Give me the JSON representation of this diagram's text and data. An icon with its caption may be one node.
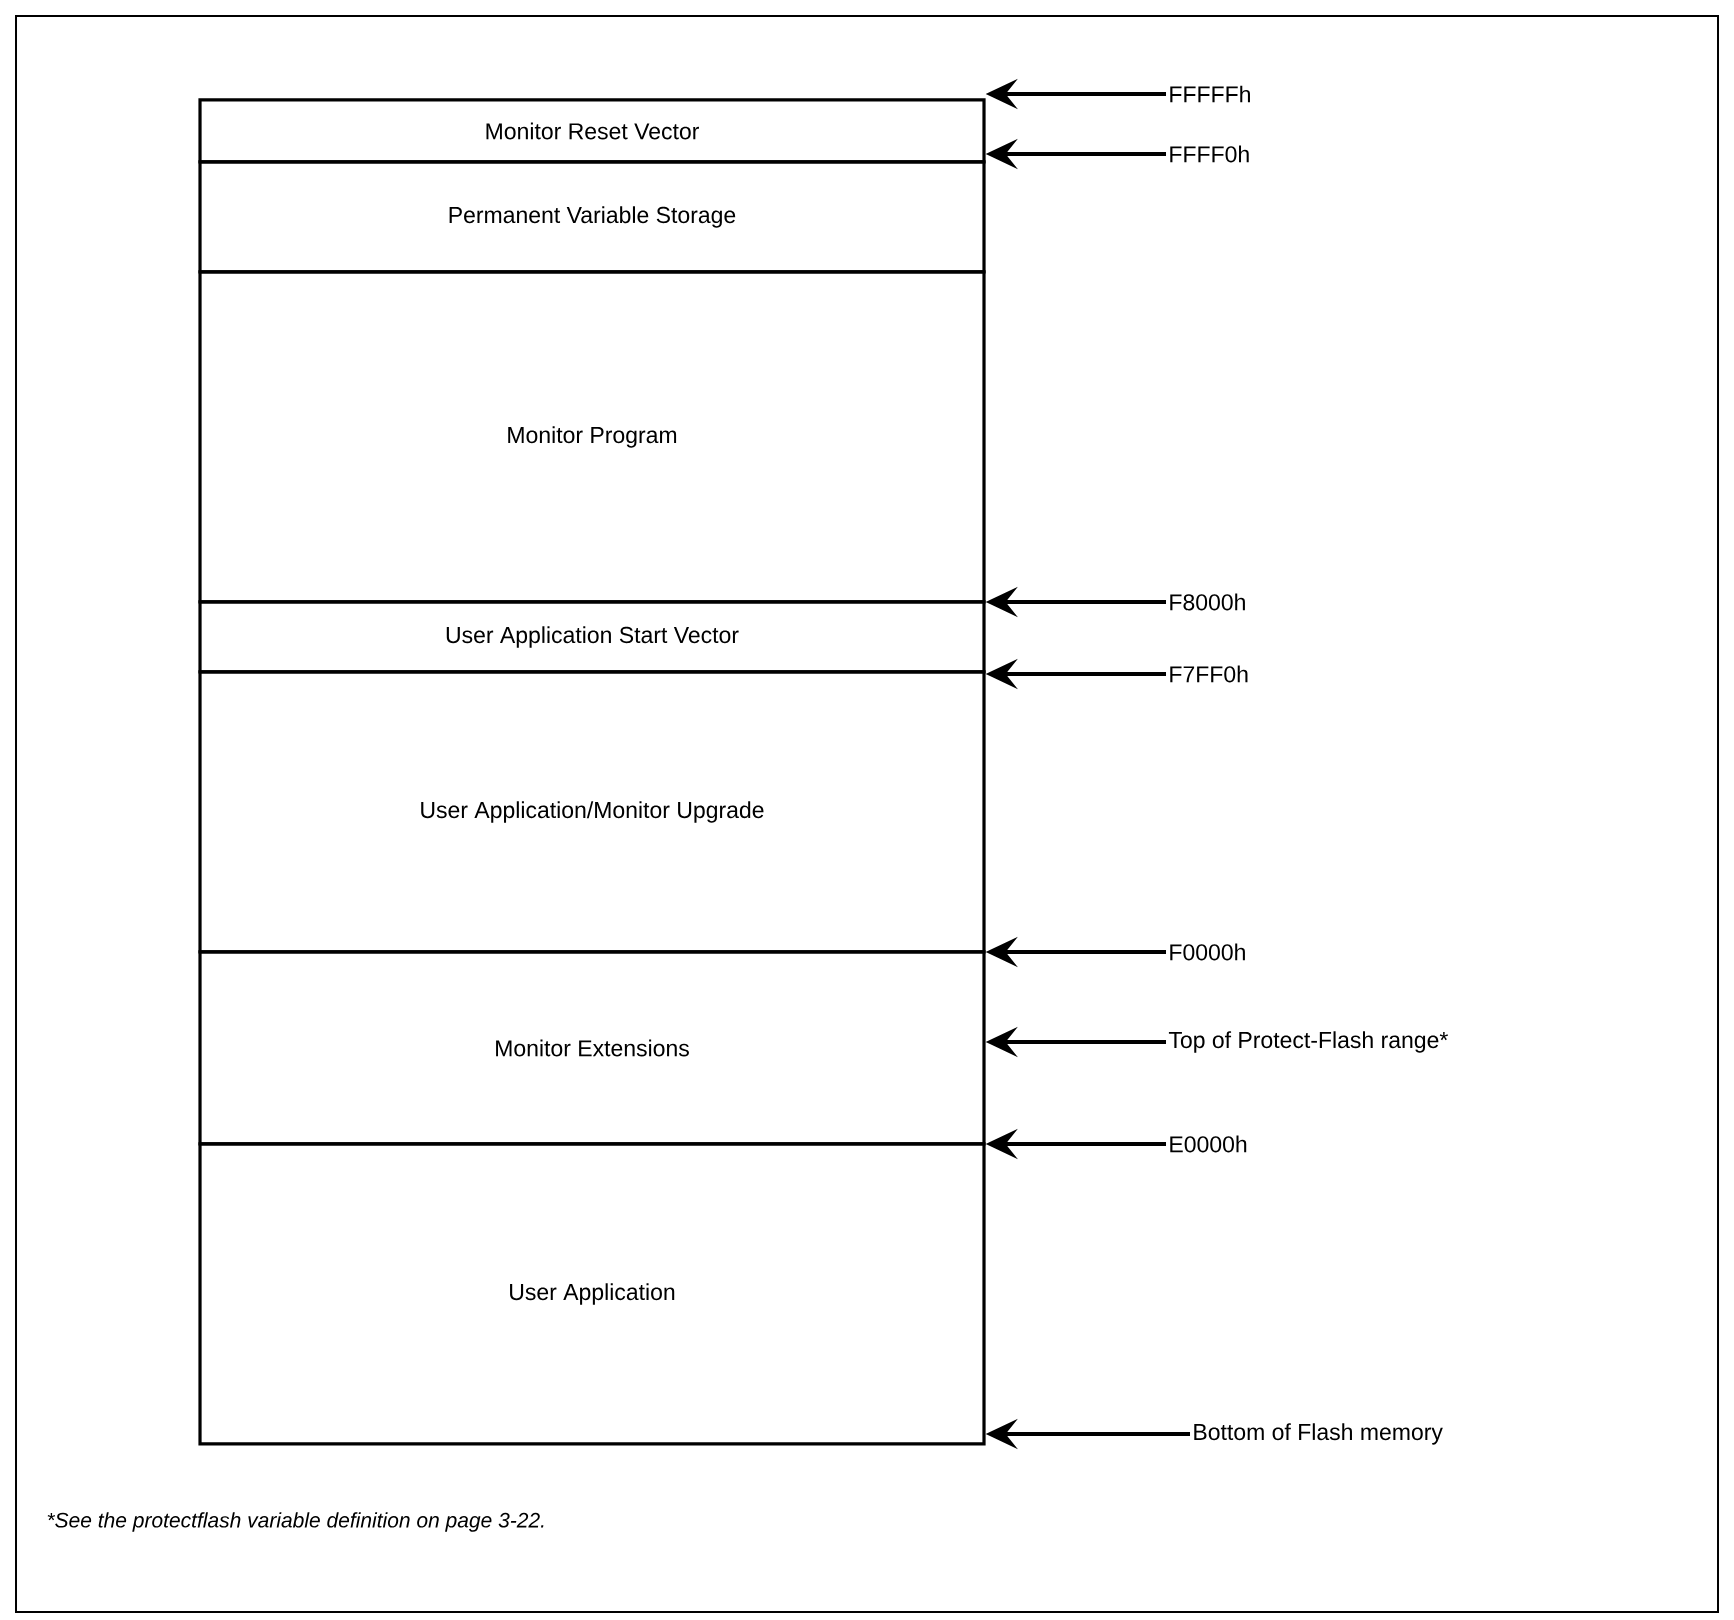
{
  "diagram": {
    "nodes": [
      {
        "text": [
          "Monitor Reset Vector"
        ]
      },
      {
        "text": [
          "Permanent Variable Storage"
        ]
      },
      {
        "text": [
          "Monitor Program"
        ]
      },
      {
        "text": [
          "User Application Start Vector"
        ]
      },
      {
        "text": [
          "User Application/Monitor Upgrade"
        ]
      },
      {
        "text": [
          "Monitor Extensions"
        ]
      },
      {
        "text": [
          "User Application"
        ]
      },
      {
        "text": [
          "FFFFFh"
        ]
      },
      {
        "text": [
          "FFFF0h"
        ]
      },
      {
        "text": [
          "F8000h"
        ]
      },
      {
        "text": [
          "F7FF0h"
        ]
      },
      {
        "text": [
          "F0000h"
        ]
      },
      {
        "text": [
          "Top of Protect-Flash range*"
        ]
      },
      {
        "text": [
          "E0000h"
        ]
      },
      {
        "text": [
          "Bottom of Flash memory"
        ]
      }
    ],
    "edges": [
      {
        "from": 7,
        "to": 0,
        "arrow": "to"
      },
      {
        "from": 8,
        "to": 0,
        "arrow": "to"
      },
      {
        "from": 9,
        "to": 3,
        "arrow": "to"
      },
      {
        "from": 10,
        "to": 3,
        "arrow": "to"
      },
      {
        "from": 11,
        "to": 5,
        "arrow": "to"
      },
      {
        "from": 12,
        "to": 5,
        "arrow": "to"
      },
      {
        "from": 13,
        "to": 5,
        "arrow": "to"
      },
      {
        "from": 14,
        "to": 6,
        "arrow": "to"
      }
    ],
    "labels": [
      "*See the protectflash variable definition on page 3-22."
    ]
  }
}
